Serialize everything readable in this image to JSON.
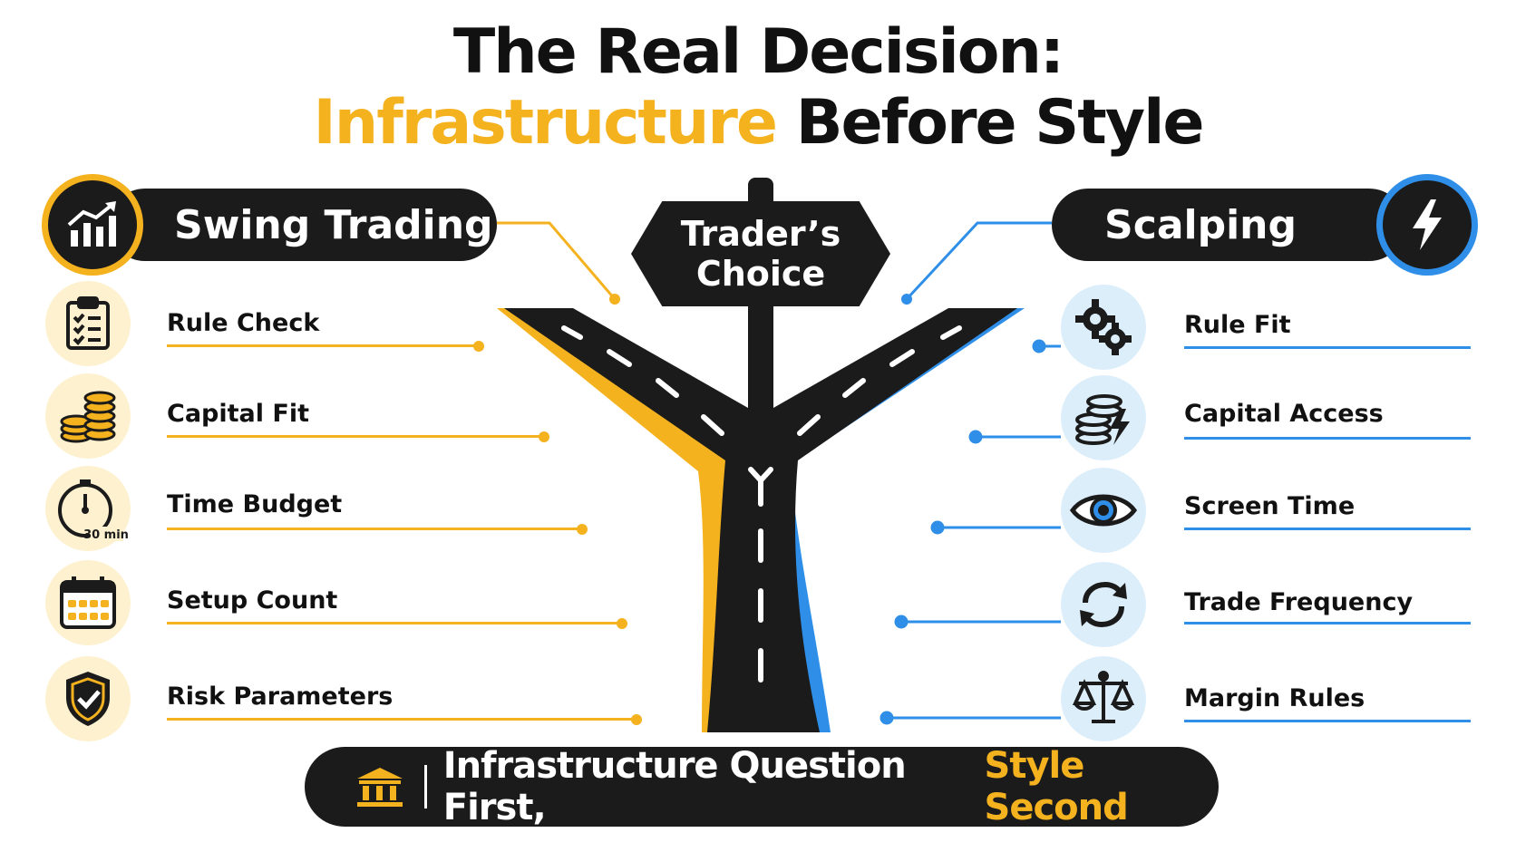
{
  "title": {
    "line1": "The Real Decision:",
    "line2_accent": "Infrastructure",
    "line2_rest": "Before Style"
  },
  "center_sign": {
    "line1": "Trader’s",
    "line2": "Choice"
  },
  "left": {
    "heading": "Swing Trading",
    "badge_icon": "bar-chart-up-icon",
    "accent_color": "#f5b21f",
    "items": [
      {
        "label": "Rule Check",
        "icon": "clipboard-checklist-icon"
      },
      {
        "label": "Capital Fit",
        "icon": "coin-stack-icon"
      },
      {
        "label": "Time Budget",
        "icon": "stopwatch-icon",
        "icon_text": "30 min"
      },
      {
        "label": "Setup Count",
        "icon": "calendar-icon"
      },
      {
        "label": "Risk Parameters",
        "icon": "shield-check-icon"
      }
    ]
  },
  "right": {
    "heading": "Scalping",
    "badge_icon": "lightning-bolt-icon",
    "accent_color": "#2f8fe8",
    "items": [
      {
        "label": "Rule Fit",
        "icon": "gears-icon"
      },
      {
        "label": "Capital Access",
        "icon": "coins-bolt-icon"
      },
      {
        "label": "Screen Time",
        "icon": "eye-icon"
      },
      {
        "label": "Trade Frequency",
        "icon": "refresh-arrows-icon"
      },
      {
        "label": "Margin Rules",
        "icon": "balance-scale-icon"
      }
    ]
  },
  "bottom_banner": {
    "icon": "bank-building-icon",
    "text_main": "Infrastructure Question First,",
    "text_accent": "Style Second"
  }
}
